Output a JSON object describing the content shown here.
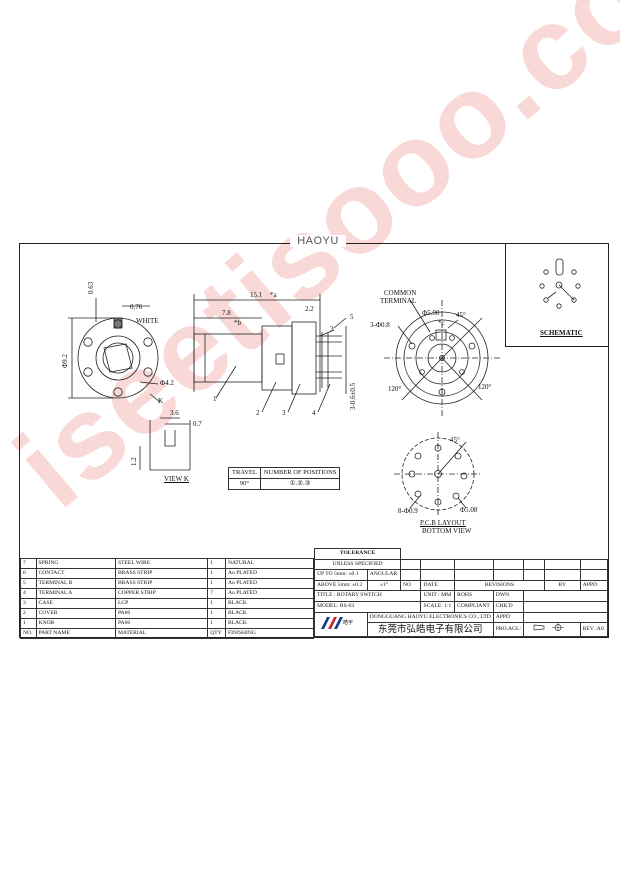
{
  "header": {
    "brand": "HAOYU"
  },
  "front_view": {
    "dim_top": "0.63",
    "dim_right": "0.76",
    "white_label": "WHITE",
    "dia_vertical": "Φ9.2",
    "dia_hole": "Φ4.2",
    "arrow_label": "K"
  },
  "view_k": {
    "title": "VIEW  K",
    "dim_width": "3.6",
    "dim_slot": "0.7",
    "dim_height": "1.2"
  },
  "side_view": {
    "dim_total": "15.1",
    "mark_a": "*a",
    "dim_shaft": "7.8",
    "mark_b": "*b",
    "dim_pin": "2.2",
    "dim_pitch": "3-0.6±0.5",
    "callouts": [
      "1",
      "2",
      "3",
      "4",
      "5",
      "3"
    ]
  },
  "rear_view": {
    "common_1": "COMMON",
    "common_2": "TERMINAL",
    "hole_small": "3-Φ0.8",
    "hole_big": "Φ5.08",
    "mark_c": "*c",
    "angle_45": "45°",
    "angle_120_left": "120°",
    "angle_120_right": "120°"
  },
  "pcb_layout": {
    "angle_45": "45°",
    "holes": "8-Φ0.9",
    "circle": "Φ5.08",
    "title": "P.C.B LAYOUT",
    "subtitle": "BOTTOM  VIEW"
  },
  "schematic": {
    "title": "SCHEMATIC"
  },
  "travel_table": {
    "col1": "TRAVEL",
    "col2": "NUMBER OF POSITIONS",
    "travel": "90°",
    "positions": "①.②.③"
  },
  "bom": {
    "rows": [
      {
        "no": "7",
        "part": "SPRING",
        "material": "STEEL WIRE",
        "qty": "1",
        "finish": "NATURAL"
      },
      {
        "no": "6",
        "part": "CONTACT",
        "material": "BRASS STRIP",
        "qty": "1",
        "finish": "Au PLATED"
      },
      {
        "no": "5",
        "part": "TERMINAL B",
        "material": "BRASS STRIP",
        "qty": "1",
        "finish": "Au PLATED"
      },
      {
        "no": "4",
        "part": "TERMINAL A",
        "material": "COPPER STRIP",
        "qty": "7",
        "finish": "Au PLATED"
      },
      {
        "no": "3",
        "part": "CASE",
        "material": "LCP",
        "qty": "1",
        "finish": "BLACK"
      },
      {
        "no": "2",
        "part": "COVER",
        "material": "PA66",
        "qty": "1",
        "finish": "BLACK"
      },
      {
        "no": "1",
        "part": "KNOB",
        "material": "PA66",
        "qty": "1",
        "finish": "BLACK"
      }
    ],
    "header": {
      "no": "NO.",
      "part": "PART    NAME",
      "material": "MATERIAL",
      "qty": "QTY",
      "finish": "FINISHING"
    }
  },
  "title_block": {
    "tolerance": "TOLERANCE",
    "unless": "UNLESS  SPECIFIED",
    "up_to": "UP TO 5mm: ±0.1",
    "above": "ABOVE 5mm: ±0.2",
    "angular": "ANGULAR",
    "angular_val": "±1°",
    "no": "NO",
    "date": "DATE",
    "revisions": "REVISIONS",
    "by": "BY",
    "appd": "APPD",
    "title": "TITLE : ROTARY SWITCH",
    "unit": "UNIT : MM",
    "rohs": "ROHS",
    "compliant": "COMPLIANT",
    "dwn": "DWN",
    "model": "MODEL:  RS-03",
    "scale": "SCALE:  1:1",
    "chkd": "CHK'D",
    "company_en": "DONGGUANG HAOYU ELECTRONICS CO., LTD",
    "company_cn": "东莞市弘皓电子有限公司",
    "appd2": "APPD",
    "logo_text": "皓宇",
    "proagl": "PRO.AGL:",
    "rev": "REV :A0"
  },
  "watermark": {
    "text": "iseetisooo.com"
  }
}
